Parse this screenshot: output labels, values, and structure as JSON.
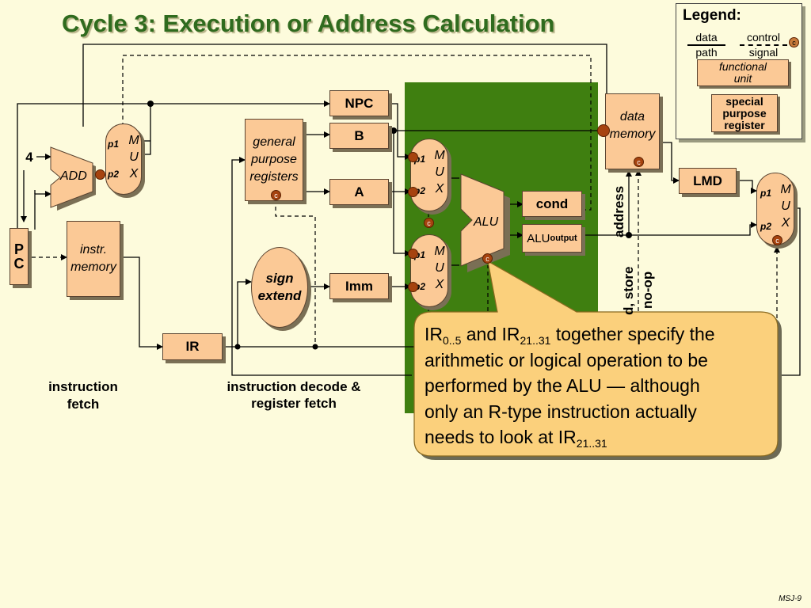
{
  "title": "Cycle 3:  Execution or Address Calculation",
  "legend": {
    "heading": "Legend:",
    "data_path": [
      "data",
      "path"
    ],
    "control_signal": [
      "control",
      "signal"
    ],
    "control_marker": "c",
    "functional_unit": [
      "functional",
      "unit"
    ],
    "special_register": [
      "special",
      "purpose",
      "register"
    ]
  },
  "registers": {
    "npc": "NPC",
    "b": "B",
    "a": "A",
    "imm": "Imm",
    "ir": "IR",
    "cond": "cond",
    "alu_output_main": "ALU",
    "alu_output_sub": "output",
    "lmd": "LMD",
    "pc": [
      "P",
      "C"
    ]
  },
  "units": {
    "add": "ADD",
    "alu": "ALU",
    "instr_memory": [
      "instr.",
      "memory"
    ],
    "gpr": [
      "general",
      "purpose",
      "registers"
    ],
    "sign_extend": [
      "sign",
      "extend"
    ],
    "data_memory": [
      "data",
      "memory"
    ]
  },
  "mux": {
    "p1": "p1",
    "p2": "p2",
    "letters": [
      "M",
      "U",
      "X"
    ]
  },
  "control_marker": "c",
  "constant_four": "4",
  "stage_labels": {
    "fetch": [
      "instruction",
      "fetch"
    ],
    "decode": [
      "instruction decode &",
      "register fetch"
    ]
  },
  "vertical_labels": {
    "address": "address",
    "load_store": "d, store",
    "noop": "no-op"
  },
  "callout": {
    "line1_a": "IR",
    "line1_sub1": "0..5",
    "line1_b": " and IR",
    "line1_sub2": "21..31",
    "line1_c": " together specify the",
    "line2": "arithmetic or logical operation to be",
    "line3": "performed by the ALU — although",
    "line4": "only an R-type instruction actually",
    "line5_a": "needs to look at IR",
    "line5_sub": "21..31"
  },
  "footer": "MSJ-9",
  "colors": {
    "background": "#fdfbdc",
    "title": "#2f6b1e",
    "unit_fill": "#fbc996",
    "stage_highlight": "#3f7f10",
    "callout_fill": "#fbd07c",
    "control_dot": "#a6430f"
  }
}
